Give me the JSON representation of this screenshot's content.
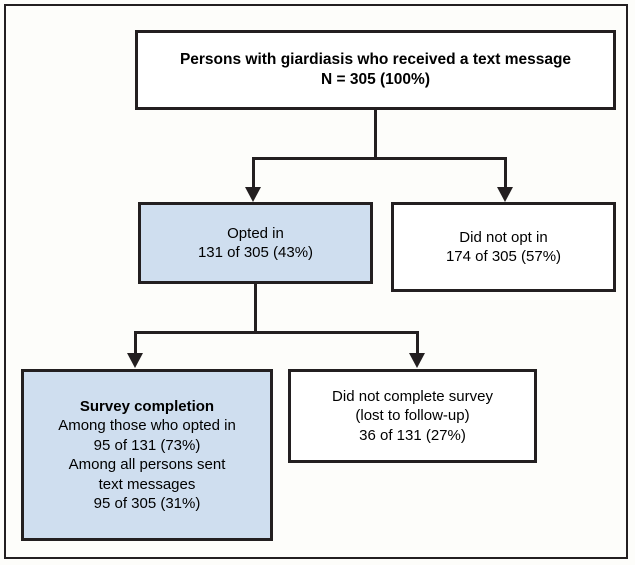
{
  "figure": {
    "type": "flowchart",
    "title": "",
    "background_color": "#fdfdfa",
    "border_color": "#231f20",
    "highlight_fill": "#cfdeef",
    "plain_fill": "#ffffff"
  },
  "nodes": {
    "total": {
      "id": "total",
      "fill": "highlight-no",
      "lines": [
        {
          "text": "Persons with giardiasis who received a text message",
          "bold": true
        },
        {
          "text": "N = 305 (100%)",
          "bold": true
        }
      ]
    },
    "opted_in": {
      "id": "opted-in",
      "fill": "highlight-yes",
      "lines": [
        {
          "text": "Opted in",
          "bold": false
        },
        {
          "text": "131 of 305 (43%)",
          "bold": false
        }
      ]
    },
    "not_opted_in": {
      "id": "not-opted-in",
      "fill": "highlight-no",
      "lines": [
        {
          "text": "Did not opt in",
          "bold": false
        },
        {
          "text": "174 of 305 (57%)",
          "bold": false
        }
      ]
    },
    "survey_completion": {
      "id": "survey-completion",
      "fill": "highlight-yes",
      "lines": [
        {
          "text": "Survey completion",
          "bold": true
        },
        {
          "text": "Among those who opted in",
          "bold": false
        },
        {
          "text": "95 of 131 (73%)",
          "bold": false
        },
        {
          "text": "Among all persons sent",
          "bold": false
        },
        {
          "text": "text messages",
          "bold": false
        },
        {
          "text": "95 of 305 (31%)",
          "bold": false
        }
      ]
    },
    "not_completed": {
      "id": "not-completed",
      "fill": "highlight-no",
      "lines": [
        {
          "text": "Did not complete survey",
          "bold": false
        },
        {
          "text": "(lost to follow-up)",
          "bold": false
        },
        {
          "text": "36 of 131 (27%)",
          "bold": false
        }
      ]
    }
  },
  "edges": [
    {
      "from": "total",
      "to": "opted_in"
    },
    {
      "from": "total",
      "to": "not_opted_in"
    },
    {
      "from": "opted_in",
      "to": "survey_completion"
    },
    {
      "from": "opted_in",
      "to": "not_completed"
    }
  ],
  "chart_data": {
    "type": "flowchart",
    "title": "Persons with giardiasis who received a text message",
    "total_n": 305,
    "nodes": [
      {
        "label": "Persons with giardiasis who received a text message",
        "count": 305,
        "denominator": 305,
        "percent": 100,
        "level": 0
      },
      {
        "label": "Opted in",
        "count": 131,
        "denominator": 305,
        "percent": 43,
        "level": 1
      },
      {
        "label": "Did not opt in",
        "count": 174,
        "denominator": 305,
        "percent": 57,
        "level": 1
      },
      {
        "label": "Survey completion (among those who opted in)",
        "count": 95,
        "denominator": 131,
        "percent": 73,
        "level": 2
      },
      {
        "label": "Survey completion (among all persons sent text messages)",
        "count": 95,
        "denominator": 305,
        "percent": 31,
        "level": 2
      },
      {
        "label": "Did not complete survey (lost to follow-up)",
        "count": 36,
        "denominator": 131,
        "percent": 27,
        "level": 2
      }
    ]
  }
}
